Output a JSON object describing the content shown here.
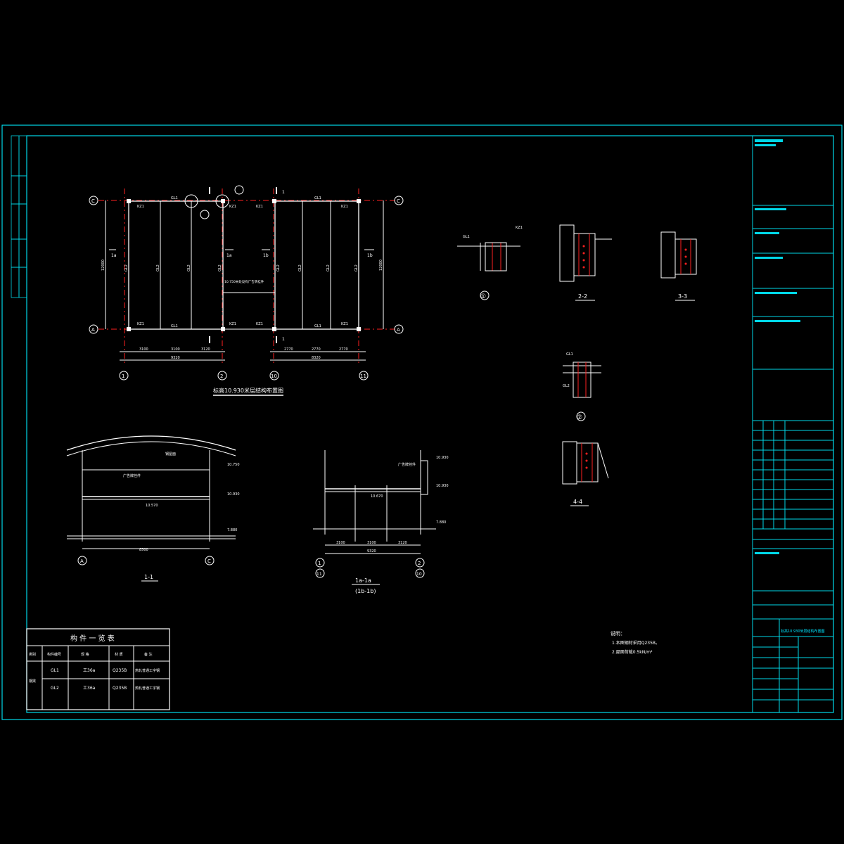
{
  "plan": {
    "title": "标高10.930米层结构布置图",
    "axis_rows": [
      "C",
      "A"
    ],
    "axis_cols": [
      "1",
      "2",
      "10",
      "11"
    ],
    "beam_labels": [
      "GL1",
      "GL2",
      "GL1",
      "GL2"
    ],
    "column_labels": [
      "KZ1",
      "KZ1",
      "KZ1",
      "KZ1",
      "KZ1",
      "KZ1",
      "KZ1",
      "KZ1"
    ],
    "note_mid": "10.750米处设有广告牌挂件",
    "span_left": [
      "3100",
      "3100",
      "3120"
    ],
    "span_right": [
      "2770",
      "2770",
      "2770"
    ],
    "total_left": "9320",
    "total_right": "8320",
    "depth": "12000",
    "section_marks": [
      "1a",
      "1b",
      "1",
      "1"
    ]
  },
  "details": {
    "d1_label": "①",
    "d2_label": "2-2",
    "d3_label": "3-3",
    "d4_label": "②",
    "d5_label": "4-4",
    "mark_gl1": "GL1",
    "mark_gl2": "GL2",
    "mark_kz1": "KZ1"
  },
  "section11": {
    "title": "1-1",
    "roof_label": "钢屋面",
    "board_label": "广告牌挂件",
    "el1": "10.930",
    "el2": "10.750",
    "el3": "7.880",
    "el4": "10.570",
    "width": "8500",
    "axes": [
      "A",
      "C"
    ]
  },
  "section1a": {
    "title": "1a-1a",
    "subtitle": "(1b-1b)",
    "board_label": "广告牌挂件",
    "el1": "10.930",
    "el2": "10.930",
    "el3": "7.880",
    "el4": "10.670",
    "spans": [
      "3100",
      "3100",
      "3120"
    ],
    "total": "9320",
    "axes_top": [
      "1",
      "2"
    ],
    "axes_bottom": [
      "11",
      "10"
    ]
  },
  "notes": {
    "heading": "说明：",
    "line1": "1.本图钢材采用Q235B。",
    "line2": "2.屋面荷载0.5kN/m²"
  },
  "table": {
    "title": "构 件 一 览 表",
    "headers": [
      "类别",
      "构件编号",
      "规 格",
      "材 质",
      "备 注"
    ],
    "category": "钢梁",
    "rows": [
      {
        "id": "GL1",
        "spec": "工36a",
        "mat": "Q235B",
        "note": "热轧普通工字钢"
      },
      {
        "id": "GL2",
        "spec": "工36a",
        "mat": "Q235B",
        "note": "热轧普通工字钢"
      }
    ]
  },
  "titleblock": {
    "drawing_name": "标高10.930米层结构布置图"
  },
  "colors": {
    "frame": "#00d8e8",
    "beam": "#ff2020",
    "line": "#ffffff",
    "text_yellow": "#ffff66"
  }
}
